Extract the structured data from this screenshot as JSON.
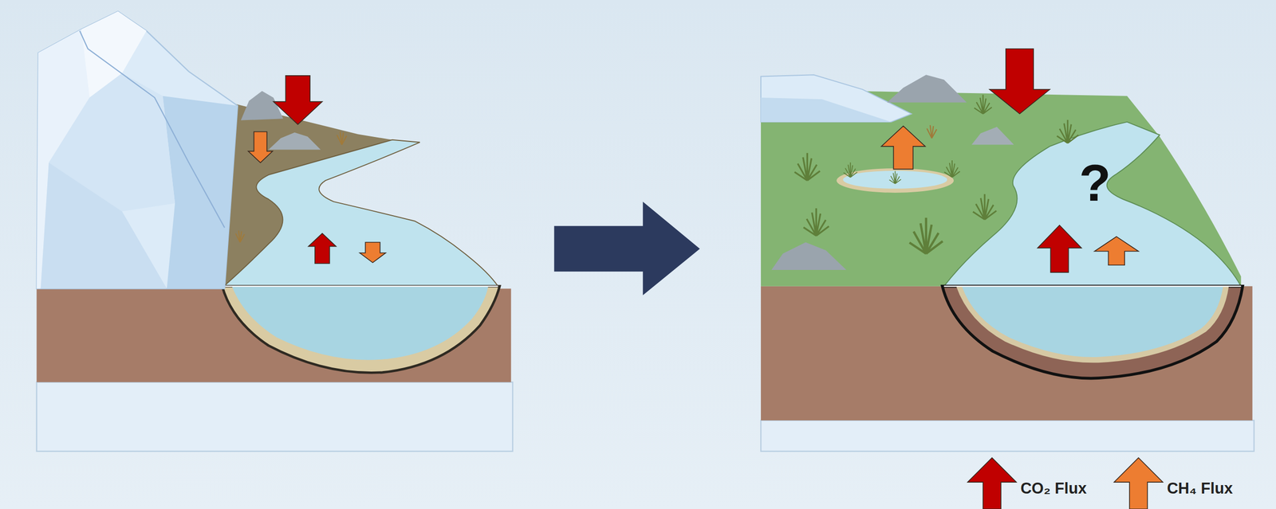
{
  "diagram": {
    "labels": [
      "?"
    ],
    "legend": [
      {
        "text": "CO₂ Flux",
        "color": "#c00000"
      },
      {
        "text": "CH₄ Flux",
        "color": "#ed7d31"
      }
    ]
  }
}
